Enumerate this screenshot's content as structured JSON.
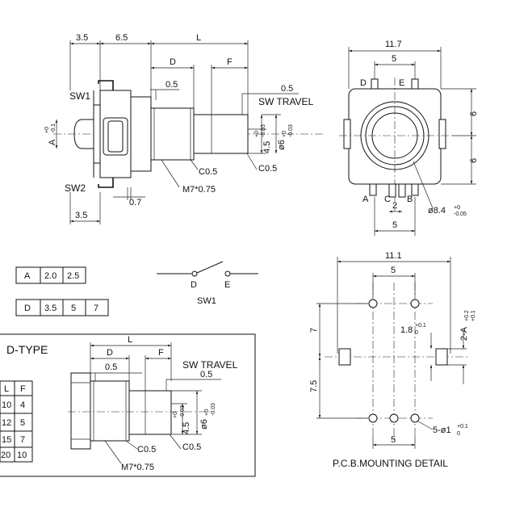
{
  "side_view": {
    "dim_3_5_top": "3.5",
    "dim_6_5": "6.5",
    "dim_L": "L",
    "dim_D": "D",
    "dim_F": "F",
    "dim_0_5_a": "0.5",
    "dim_0_5_b": "0.5",
    "sw_travel": "SW TRAVEL",
    "sw1": "SW1",
    "sw2": "SW2",
    "dim_A": "A",
    "dim_A_tol_top": "+0",
    "dim_A_tol_bot": "-0.1",
    "dim_4_5": "4.5",
    "dim_4_5_tol_top": "+0",
    "dim_4_5_tol_bot": "-0.03",
    "dim_6": "ø6",
    "dim_6_tol_top": "+0",
    "dim_6_tol_bot": "-0.03",
    "c05_a": "C0.5",
    "c05_b": "C0.5",
    "m7": "M7*0.75",
    "dim_0_7": "0.7",
    "dim_3_5_bottom": "3.5"
  },
  "front_view": {
    "dim_11_7": "11.7",
    "dim_5_top": "5",
    "pin_D": "D",
    "pin_E": "E",
    "dim_6_upper": "6",
    "dim_6_lower": "6",
    "pin_A": "A",
    "pin_C": "C",
    "pin_B": "B",
    "dim_2": "2",
    "dim_5_bottom": "5",
    "dim_8_4": "ø8.4",
    "dim_8_4_tol_top": "+0",
    "dim_8_4_tol_bot": "-0.05"
  },
  "table_A": {
    "label": "A",
    "values": [
      "2.0",
      "2.5"
    ]
  },
  "table_D": {
    "label": "D",
    "values": [
      "3.5",
      "5",
      "7"
    ]
  },
  "switch": {
    "pin_D": "D",
    "pin_E": "E",
    "label": "SW1"
  },
  "pcb": {
    "dim_11_1": "11.1",
    "dim_5_top": "5",
    "dim_7": "7",
    "dim_7_5": "7.5",
    "dim_1_8": "1.8",
    "dim_1_8_tol_top": "+0.1",
    "dim_1_8_tol_bot": "0",
    "dim_2_A": "2-A",
    "dim_2_A_tol_top": "+0.2",
    "dim_2_A_tol_bot": "+0.1",
    "dim_5_bottom": "5",
    "dim_hole": "5-ø1",
    "dim_hole_tol_top": "+0.1",
    "dim_hole_tol_bot": "0",
    "caption": "P.C.B.MOUNTING DETAIL"
  },
  "dtype": {
    "title": "D-TYPE",
    "dim_L": "L",
    "dim_D": "D",
    "dim_F": "F",
    "dim_0_5_a": "0.5",
    "dim_0_5_b": "0.5",
    "sw_travel": "SW TRAVEL",
    "dim_4_5": "4.5",
    "dim_4_5_tol_top": "+0",
    "dim_4_5_tol_bot": "-0.03",
    "dim_6": "ø6",
    "dim_6_tol_top": "+0",
    "dim_6_tol_bot": "-0.03",
    "c05_a": "C0.5",
    "c05_b": "C0.5",
    "m7": "M7*0.75",
    "table": {
      "headers": [
        "L",
        "F"
      ],
      "rows": [
        [
          "10",
          "4"
        ],
        [
          "12",
          "5"
        ],
        [
          "15",
          "7"
        ],
        [
          "20",
          "10"
        ]
      ]
    }
  }
}
